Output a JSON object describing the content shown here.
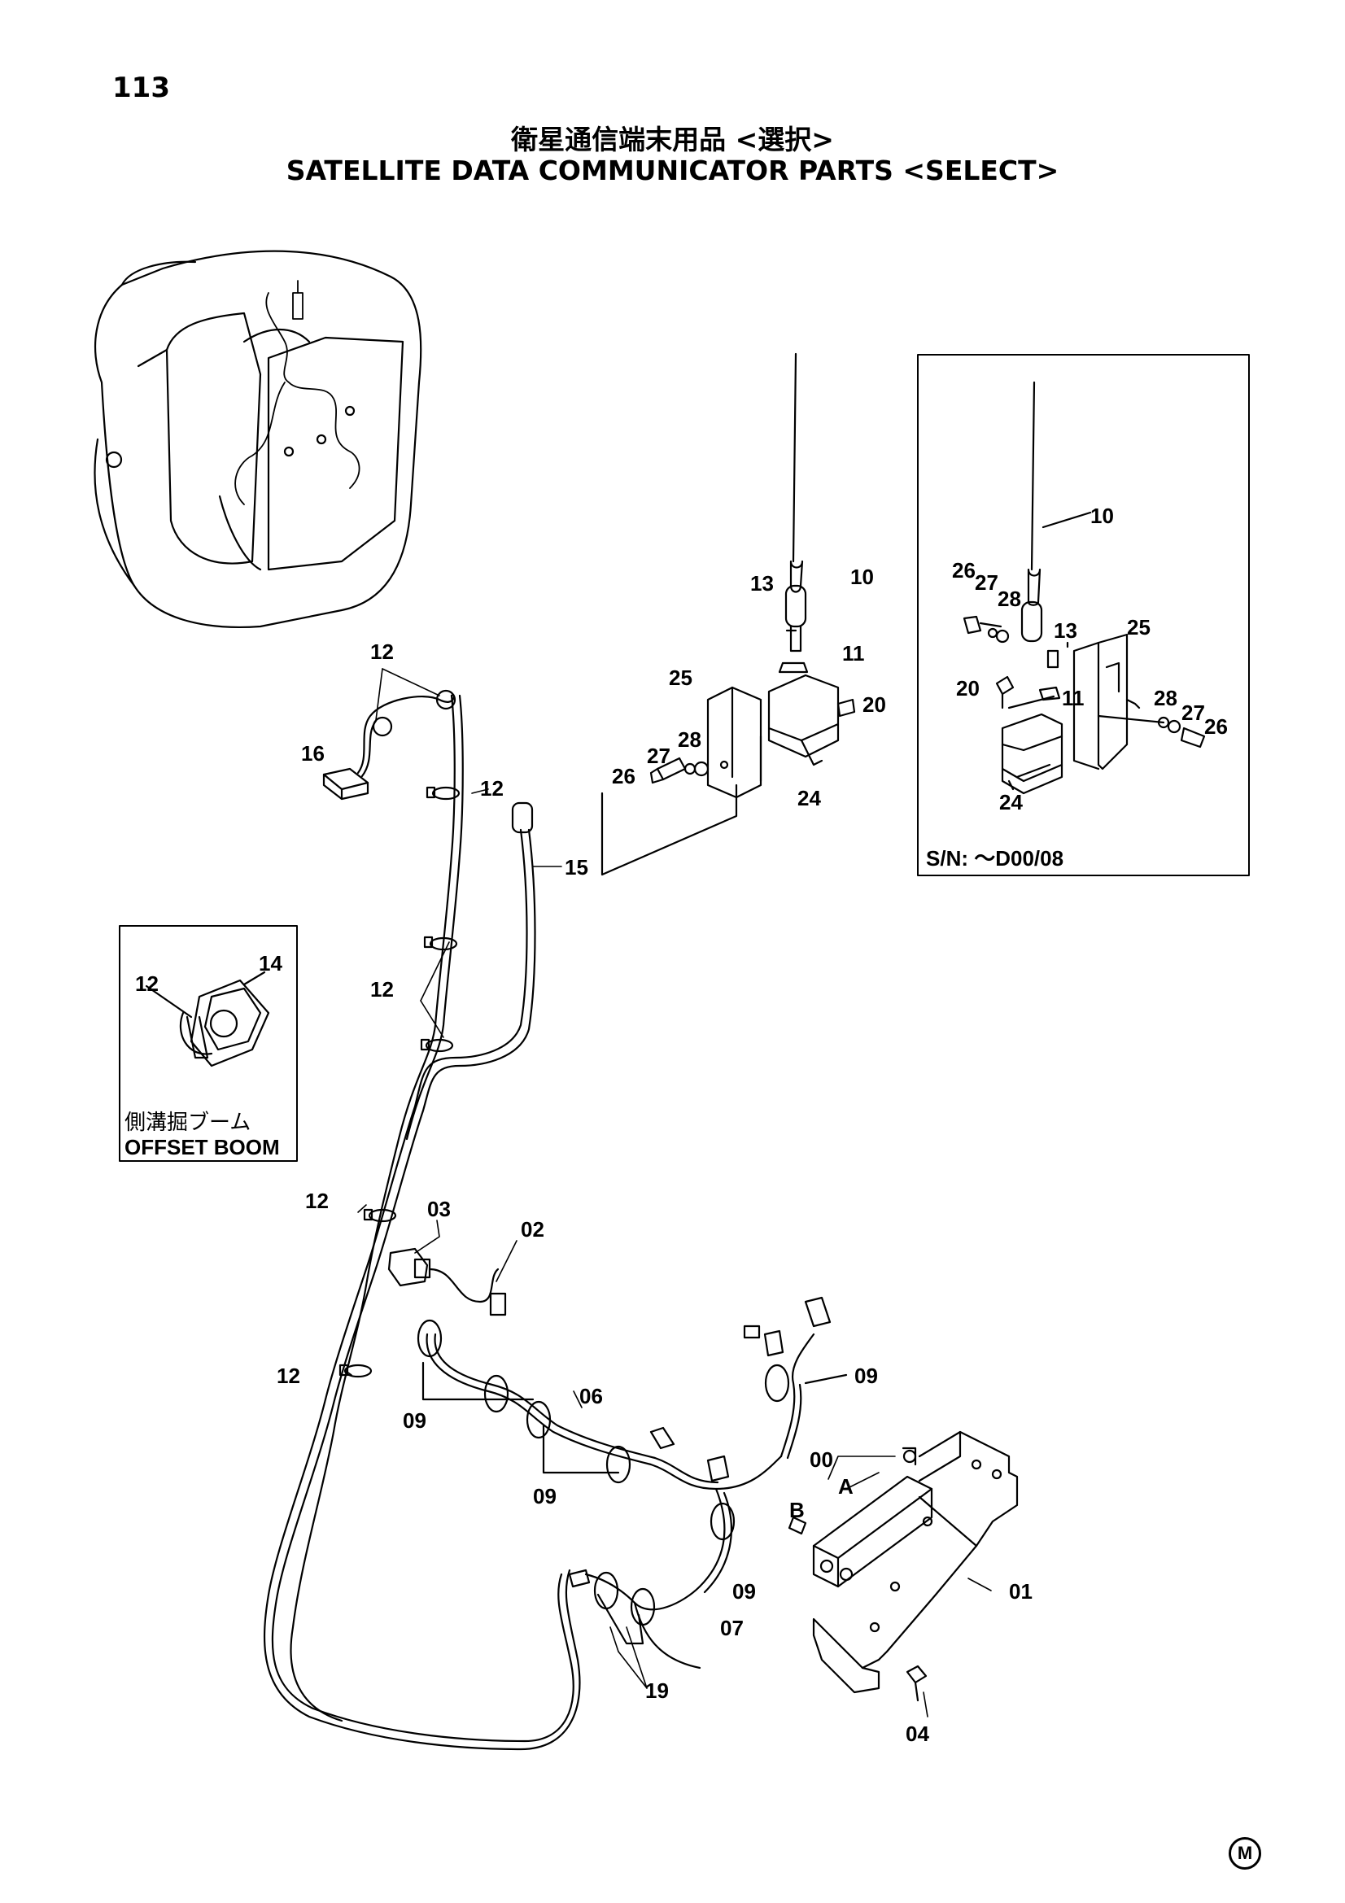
{
  "page": {
    "number": "113"
  },
  "title": {
    "japanese": "衛星通信端末用品 <選択>",
    "english": "SATELLITE DATA COMMUNICATOR PARTS <SELECT>"
  },
  "callouts": {
    "main": [
      "12",
      "16",
      "12",
      "15",
      "12",
      "12",
      "03",
      "02",
      "12",
      "09",
      "06",
      "09",
      "09",
      "09",
      "07",
      "19",
      "00",
      "A",
      "B",
      "01",
      "04",
      "13",
      "10",
      "11",
      "20",
      "25",
      "24",
      "26",
      "27",
      "28"
    ],
    "inset_antenna": [
      "10",
      "26",
      "27",
      "28",
      "13",
      "25",
      "20",
      "11",
      "28",
      "27",
      "26",
      "24"
    ],
    "inset_offset": [
      "14",
      "12"
    ]
  },
  "inset_antenna": {
    "caption": "S/N: ～D00/08"
  },
  "inset_offset": {
    "caption_jp": "側溝掘ブーム",
    "caption_en": "OFFSET BOOM"
  },
  "footer_mark": "M"
}
